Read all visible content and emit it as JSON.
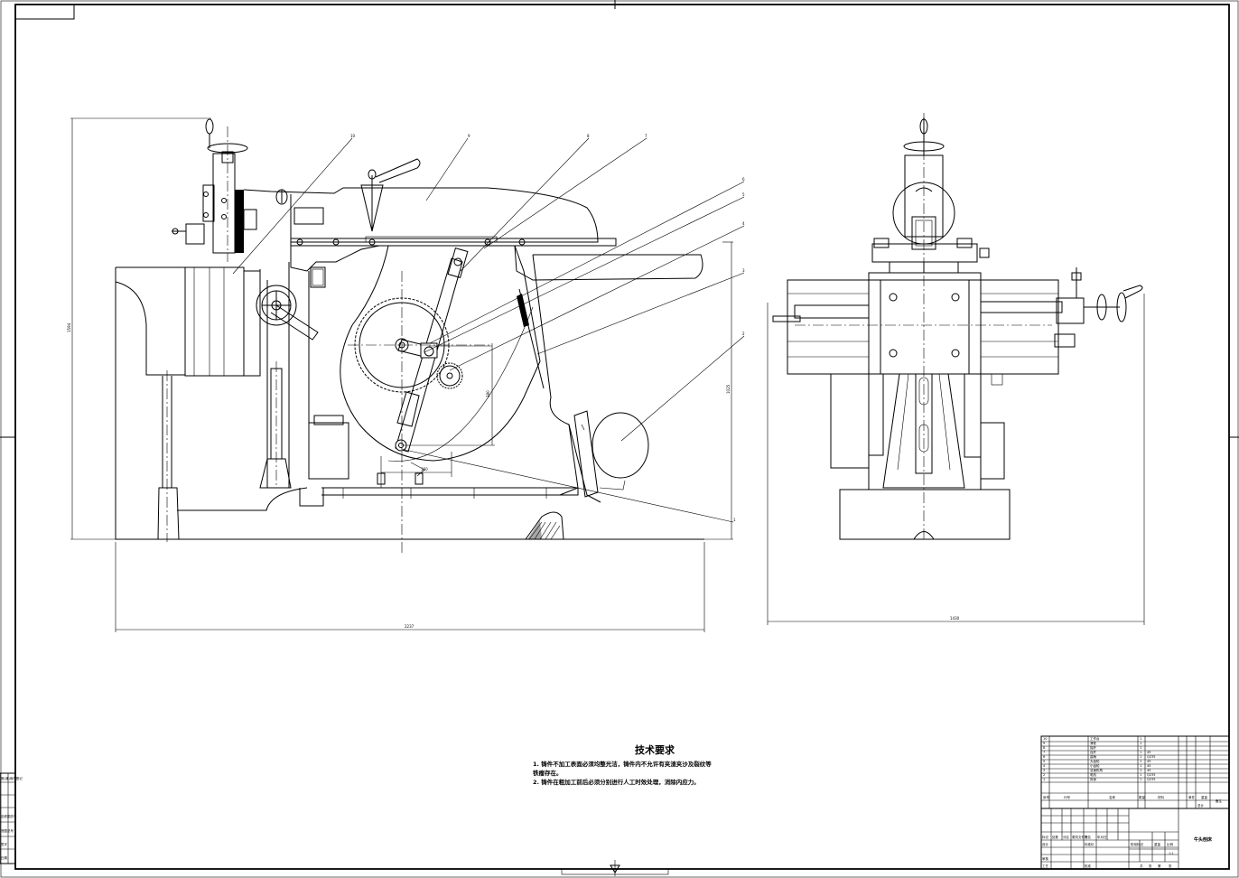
{
  "technical_requirements": {
    "title": "技术要求",
    "items": [
      "1. 铸件不加工表面必须均整光洁，铸件内不允许有夹渣夹沙及裂纹等",
      "铁瘤存在。",
      "2. 铸件在粗加工前后必须分别进行人工时效处理，消除内应力。"
    ]
  },
  "dimensions": {
    "front_width": "2237",
    "side_width": "1430",
    "total_height": "1594",
    "right_height": "1025",
    "crank_height": "380",
    "crank_offset": "160"
  },
  "part_labels": [
    "10",
    "9",
    "8",
    "7",
    "6",
    "5",
    "4",
    "3",
    "2",
    "1"
  ],
  "bom": {
    "rows": [
      {
        "no": "10",
        "name": "工作台",
        "qty": "1",
        "material": ""
      },
      {
        "no": "9",
        "name": "滑枕",
        "qty": "1",
        "material": ""
      },
      {
        "no": "8",
        "name": "摇杆",
        "qty": "1",
        "material": ""
      },
      {
        "no": "7",
        "name": "连杆",
        "qty": "1",
        "material": "45"
      },
      {
        "no": "6",
        "name": "曲柄",
        "qty": "1",
        "material": "Q235"
      },
      {
        "no": "5",
        "name": "大齿轮",
        "qty": "1",
        "material": "45"
      },
      {
        "no": "4",
        "name": "小齿轮",
        "qty": "1",
        "material": "45"
      },
      {
        "no": "3",
        "name": "变速机构",
        "qty": "1",
        "material": "45"
      },
      {
        "no": "2",
        "name": "电机",
        "qty": "1",
        "material": "Q235"
      },
      {
        "no": "1",
        "name": "床身",
        "qty": "1",
        "material": "Q235"
      }
    ],
    "header": {
      "no": "序号",
      "code": "代号",
      "name": "名称",
      "qty": "数量",
      "material": "材料",
      "single": "单件",
      "total": "总计",
      "weight": "重量",
      "remark": "备注"
    }
  },
  "title_block": {
    "drawing_title": "牛头刨床",
    "labels": [
      "标记",
      "处数",
      "分区",
      "更改文件号",
      "签名",
      "年月日",
      "设计",
      "标准化",
      "阶段标记",
      "重量",
      "比例",
      "审核",
      "工艺",
      "批准",
      "共",
      "张",
      "第",
      "张"
    ],
    "scale": "1:1"
  },
  "left_strip": {
    "labels": [
      "借(通)用件登记",
      "旧底图总号",
      "底图总号",
      "签字",
      "日期"
    ]
  }
}
